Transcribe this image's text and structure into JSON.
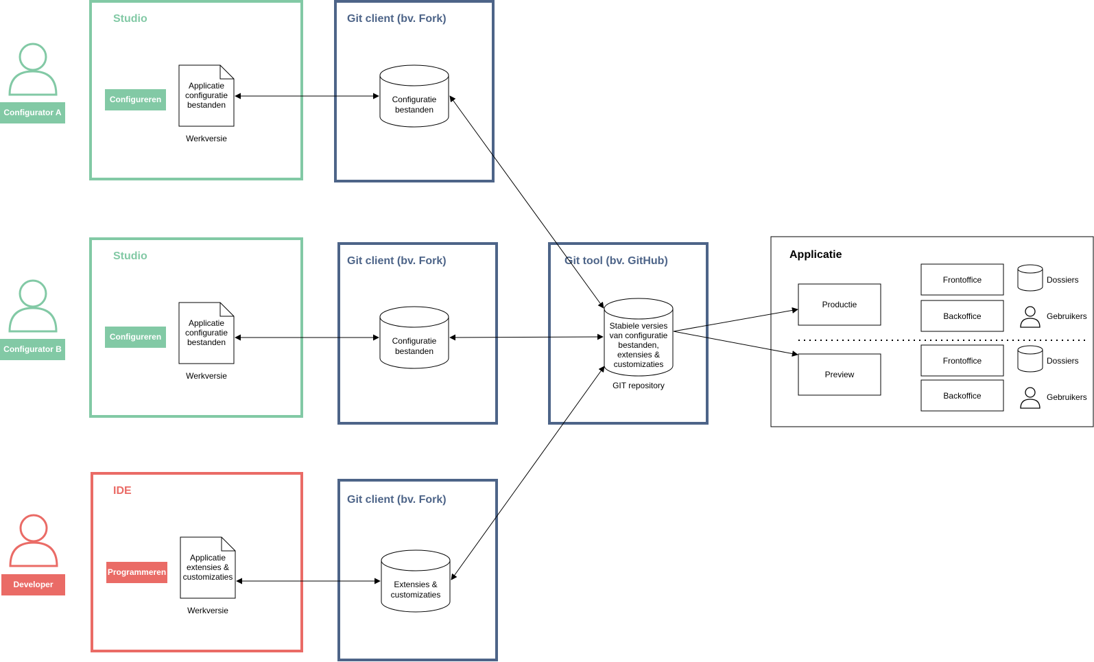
{
  "colors": {
    "green": "#82c9a5",
    "blue": "#4d6488",
    "red": "#ea6b66",
    "white": "#ffffff",
    "black": "#000000"
  },
  "actors": {
    "configurator_a": "Configurator A",
    "configurator_b": "Configurator B",
    "developer": "Developer"
  },
  "studio_a": {
    "title": "Studio",
    "action": "Configureren",
    "doc_lines": [
      "Applicatie",
      "configuratie",
      "bestanden"
    ],
    "caption": "Werkversie"
  },
  "studio_b": {
    "title": "Studio",
    "action": "Configureren",
    "doc_lines": [
      "Applicatie",
      "configuratie",
      "bestanden"
    ],
    "caption": "Werkversie"
  },
  "ide": {
    "title": "IDE",
    "action": "Programmeren",
    "doc_lines": [
      "Applicatie",
      "extensies &",
      "customizaties"
    ],
    "caption": "Werkversie"
  },
  "git_client_a": {
    "title": "Git client (bv. Fork)",
    "db_lines": [
      "Configuratie",
      "bestanden"
    ]
  },
  "git_client_b": {
    "title": "Git client (bv. Fork)",
    "db_lines": [
      "Configuratie",
      "bestanden"
    ]
  },
  "git_client_c": {
    "title": "Git client (bv. Fork)",
    "db_lines": [
      "Extensies &",
      "customizaties"
    ]
  },
  "git_tool": {
    "title": "Git tool (bv. GitHub)",
    "db_lines": [
      "Stabiele versies",
      "van configuratie",
      "bestanden,",
      "extensies &",
      "customizaties"
    ],
    "caption": "GIT repository"
  },
  "applicatie": {
    "title": "Applicatie",
    "productie": "Productie",
    "preview": "Preview",
    "frontoffice_1": "Frontoffice",
    "backoffice_1": "Backoffice",
    "frontoffice_2": "Frontoffice",
    "backoffice_2": "Backoffice",
    "dossiers_1": "Dossiers",
    "gebruikers_1": "Gebruikers",
    "dossiers_2": "Dossiers",
    "gebruikers_2": "Gebruikers"
  }
}
